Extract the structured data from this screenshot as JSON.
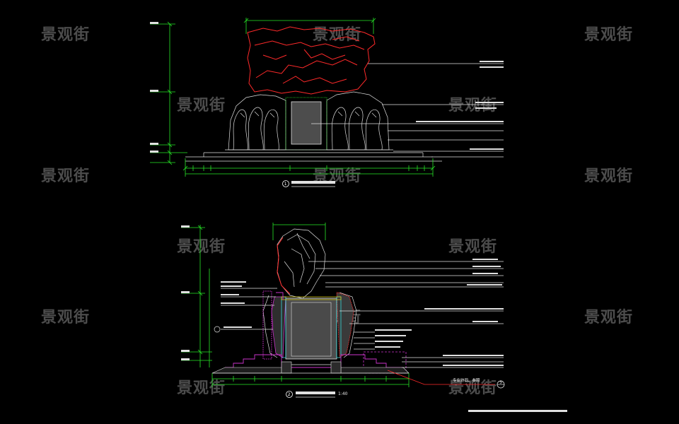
{
  "watermark": {
    "text": "景观街",
    "color": "#8a8a8a"
  },
  "colors": {
    "background": "#000000",
    "dimension_lines": "#27e827",
    "rock_outline": "#ff2a2a",
    "profile_lines": "#cc33cc",
    "leader_lines": "#e0e0e0"
  },
  "view1": {
    "title_number": "1"
  },
  "view2": {
    "title_number": "2",
    "scale_text": "1:40"
  },
  "callout": {
    "label": "专业协同、参照",
    "number": "5"
  }
}
